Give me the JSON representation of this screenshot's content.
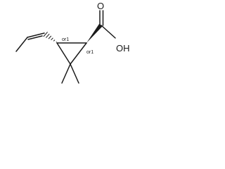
{
  "molecule": {
    "atoms": {
      "carbonyl_oxygen": "O",
      "hydroxyl": "OH"
    },
    "stereo_labels": {
      "left_center": "or1",
      "right_center": "or1"
    }
  }
}
